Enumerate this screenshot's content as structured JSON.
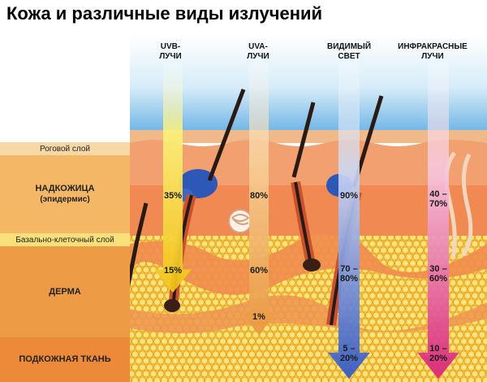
{
  "title": "Кожа и различные виды излучений",
  "columns": [
    {
      "line1": "UVB-",
      "line2": "ЛУЧИ"
    },
    {
      "line1": "UVA-",
      "line2": "ЛУЧИ"
    },
    {
      "line1": "ВИДИМЫЙ",
      "line2": "СВЕТ"
    },
    {
      "line1": "ИНФРАКРАСНЫЕ",
      "line2": "ЛУЧИ"
    }
  ],
  "layers": [
    {
      "label": "Роговой слой"
    },
    {
      "line1": "НАДКОЖИЦА",
      "line2": "(эпидермис)"
    },
    {
      "label": "Базально-клеточный слой"
    },
    {
      "label": "ДЕРМА"
    },
    {
      "label": "ПОДКОЖНАЯ ТКАНЬ"
    }
  ],
  "values": {
    "uvb": [
      "35%",
      "15%"
    ],
    "uva": [
      "80%",
      "60%",
      "1%"
    ],
    "visible": [
      [
        "90%"
      ],
      [
        "70 –",
        "80%"
      ],
      [
        "5 –",
        "20%"
      ]
    ],
    "infrared": [
      [
        "40 –",
        "70%"
      ],
      [
        "30 –",
        "60%"
      ],
      [
        "10 –",
        "20%"
      ]
    ]
  },
  "colors": {
    "uvb": "#f4e21a",
    "uva": "#f0a850",
    "visible": "#4a72d0",
    "infrared": "#e0408a",
    "layer_stratum": "#f7d9a8",
    "layer_epidermis": "#f3b766",
    "layer_basal": "#f9e07a",
    "layer_dermis": "#ee9b45",
    "layer_subcutis": "#ec8a3a"
  }
}
